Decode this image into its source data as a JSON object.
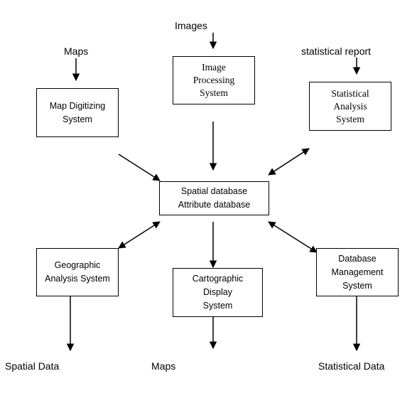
{
  "diagram": {
    "inputs": {
      "images": "Images",
      "maps": "Maps",
      "statistical_report": "statistical report"
    },
    "nodes": {
      "map_digitizing": "Map Digitizing\nSystem",
      "image_processing": "Image\nProcessing\nSystem",
      "statistical_analysis": "Statistical\nAnalysis\nSystem",
      "spatial_database": "Spatial database\nAttribute database",
      "geographic_analysis": "Geographic\nAnalysis System",
      "cartographic_display": "Cartographic\nDisplay\nSystem",
      "database_management": "Database\nManagement\nSystem"
    },
    "outputs": {
      "spatial_data": "Spatial Data",
      "maps": "Maps",
      "statistical_data": "Statistical Data"
    },
    "edges": [
      {
        "from": "images",
        "to": "image_processing",
        "direction": "forward"
      },
      {
        "from": "maps",
        "to": "map_digitizing",
        "direction": "forward"
      },
      {
        "from": "statistical_report",
        "to": "statistical_analysis",
        "direction": "forward"
      },
      {
        "from": "image_processing",
        "to": "spatial_database",
        "direction": "forward"
      },
      {
        "from": "map_digitizing",
        "to": "spatial_database",
        "direction": "forward"
      },
      {
        "from": "statistical_analysis",
        "to": "spatial_database",
        "direction": "both"
      },
      {
        "from": "geographic_analysis",
        "to": "spatial_database",
        "direction": "both"
      },
      {
        "from": "spatial_database",
        "to": "cartographic_display",
        "direction": "forward"
      },
      {
        "from": "database_management",
        "to": "spatial_database",
        "direction": "both"
      },
      {
        "from": "geographic_analysis",
        "to": "spatial_data",
        "direction": "forward"
      },
      {
        "from": "cartographic_display",
        "to": "maps",
        "direction": "forward"
      },
      {
        "from": "database_management",
        "to": "statistical_data",
        "direction": "forward"
      }
    ]
  }
}
